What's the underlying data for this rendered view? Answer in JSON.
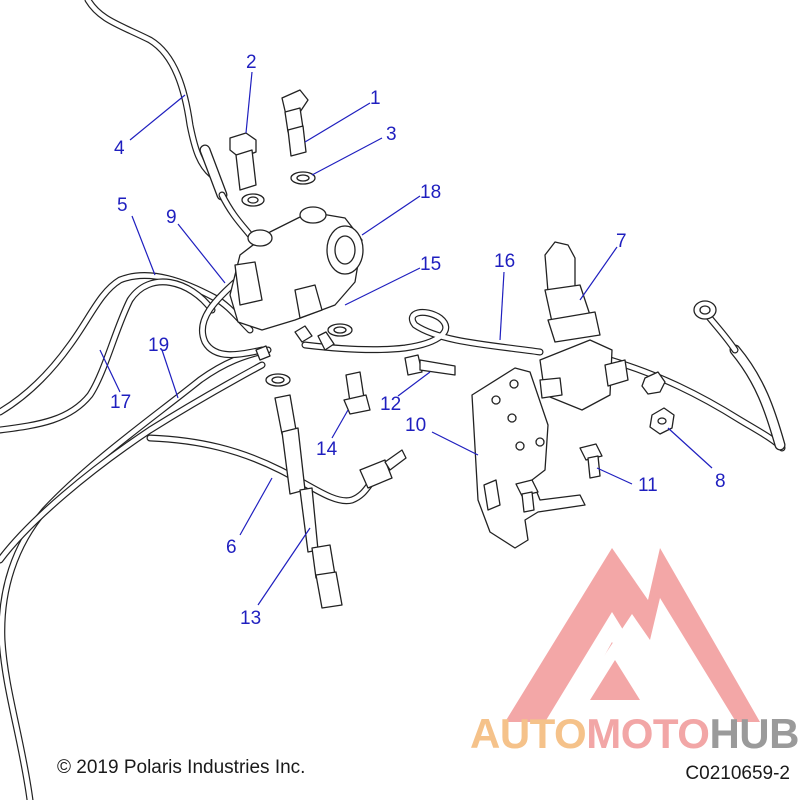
{
  "diagram": {
    "callouts": [
      {
        "id": "1",
        "label": "1"
      },
      {
        "id": "2",
        "label": "2"
      },
      {
        "id": "3",
        "label": "3"
      },
      {
        "id": "4",
        "label": "4"
      },
      {
        "id": "5",
        "label": "5"
      },
      {
        "id": "6",
        "label": "6"
      },
      {
        "id": "7",
        "label": "7"
      },
      {
        "id": "8",
        "label": "8"
      },
      {
        "id": "9",
        "label": "9"
      },
      {
        "id": "10",
        "label": "10"
      },
      {
        "id": "11",
        "label": "11"
      },
      {
        "id": "12",
        "label": "12"
      },
      {
        "id": "13",
        "label": "13"
      },
      {
        "id": "14",
        "label": "14"
      },
      {
        "id": "15",
        "label": "15"
      },
      {
        "id": "16",
        "label": "16"
      },
      {
        "id": "17",
        "label": "17"
      },
      {
        "id": "18",
        "label": "18"
      },
      {
        "id": "19",
        "label": "19"
      }
    ],
    "callout_color": "#1f1fbf",
    "line_color": "#222222"
  },
  "footer": {
    "copyright": "© 2019 Polaris Industries Inc.",
    "drawing_id": "C0210659-2"
  },
  "watermark": {
    "parts": [
      "AUTO",
      "MOTO",
      "HUB"
    ],
    "colors": [
      "#f5c28a",
      "#f2a6a6",
      "#9a9a9a"
    ],
    "logo_color": "#f08a8a"
  }
}
